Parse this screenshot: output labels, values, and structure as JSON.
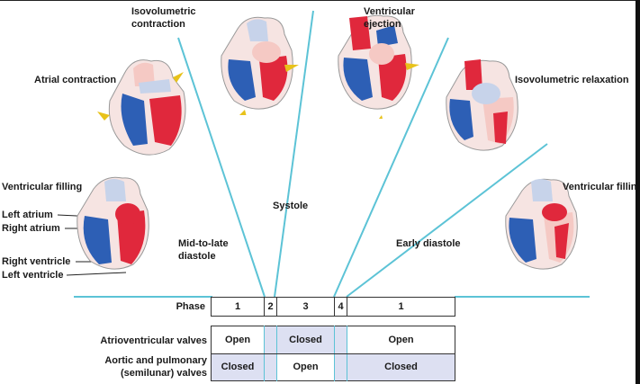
{
  "phases": {
    "isovolumetric_contraction": "Isovolumetric\ncontraction",
    "ventricular_ejection": "Ventricular\nejection",
    "atrial_contraction": "Atrial contraction",
    "isovolumetric_relaxation": "Isovolumetric relaxation",
    "ventricular_filling_left": "Ventricular filling",
    "ventricular_filling_right": "Ventricular fillin"
  },
  "periods": {
    "systole": "Systole",
    "mid_to_late_diastole": "Mid-to-late\ndiastole",
    "early_diastole": "Early diastole"
  },
  "chambers": {
    "left_atrium": "Left atrium",
    "right_atrium": "Right atrium",
    "right_ventricle": "Right ventricle",
    "left_ventricle": "Left ventricle"
  },
  "table": {
    "phase_label": "Phase",
    "phase_numbers": [
      "1",
      "2",
      "3",
      "4",
      "1"
    ],
    "av_label": "Atrioventricular valves",
    "semilunar_label": "Aortic and pulmonary\n(semilunar) valves",
    "av_states": [
      "Open",
      "Closed",
      "Open"
    ],
    "semilunar_states": [
      "Closed",
      "Open",
      "Closed"
    ]
  },
  "colors": {
    "divider_line": "#5cc3d6",
    "valve_shade": "#dde0f2",
    "red": "#e0283c",
    "blue": "#2d5fb5",
    "pale_blue": "#c7d3ea",
    "pale_pink": "#f5c9c4",
    "arrow_yellow": "#e8c21a"
  }
}
